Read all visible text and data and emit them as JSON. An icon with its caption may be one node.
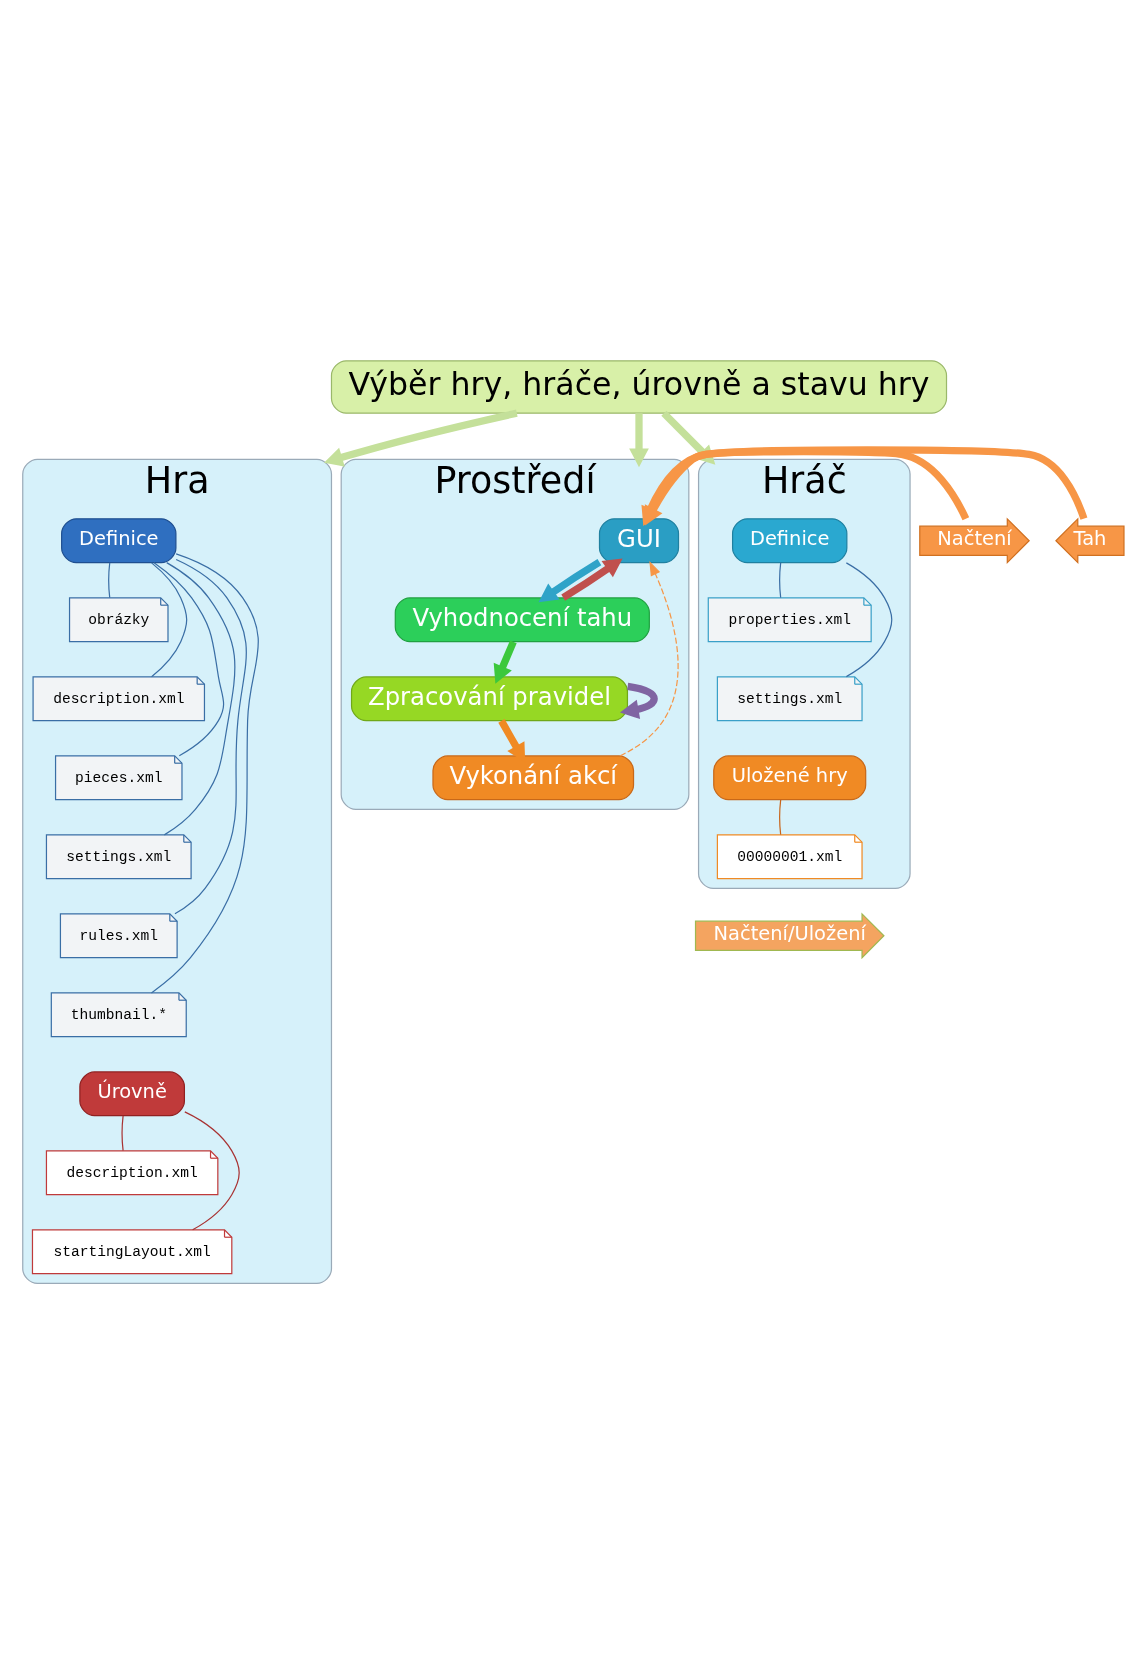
{
  "diagram": {
    "nodes": [
      {
        "text": [
          "Výběr hry, hráče, úrovně a stavu hry"
        ]
      },
      {
        "text": [
          "Hra"
        ]
      },
      {
        "text": [
          "Prostředí"
        ]
      },
      {
        "text": [
          "Hráč"
        ]
      },
      {
        "text": [
          "Definice"
        ],
        "in": 1
      },
      {
        "text": [
          "obrázky"
        ],
        "in": 1
      },
      {
        "text": [
          "description.xml"
        ],
        "in": 1
      },
      {
        "text": [
          "pieces.xml"
        ],
        "in": 1
      },
      {
        "text": [
          "settings.xml"
        ],
        "in": 1
      },
      {
        "text": [
          "rules.xml"
        ],
        "in": 1
      },
      {
        "text": [
          "thumbnail.*"
        ],
        "in": 1
      },
      {
        "text": [
          "Úrovně"
        ],
        "in": 1
      },
      {
        "text": [
          "description.xml"
        ],
        "in": 1
      },
      {
        "text": [
          "startingLayout.xml"
        ],
        "in": 1
      },
      {
        "text": [
          "GUI"
        ],
        "in": 2
      },
      {
        "text": [
          "Vyhodnocení tahu"
        ],
        "in": 2
      },
      {
        "text": [
          "Zpracování pravidel"
        ],
        "in": 2
      },
      {
        "text": [
          "Vykonání akcí"
        ],
        "in": 2
      },
      {
        "text": [
          "Definice"
        ],
        "in": 3
      },
      {
        "text": [
          "properties.xml"
        ],
        "in": 3
      },
      {
        "text": [
          "settings.xml"
        ],
        "in": 3
      },
      {
        "text": [
          "Uložené hry"
        ],
        "in": 3
      },
      {
        "text": [
          "00000001.xml"
        ],
        "in": 3
      },
      {
        "text": [
          "Načtení"
        ]
      },
      {
        "text": [
          "Tah"
        ]
      },
      {
        "text": [
          "Načtení/Uložení"
        ]
      }
    ],
    "edges": [
      {
        "from": 0,
        "to": 1,
        "arrow": "to",
        "style": "thick",
        "color": "#c4e09a"
      },
      {
        "from": 0,
        "to": 2,
        "arrow": "to",
        "style": "thick",
        "color": "#c4e09a"
      },
      {
        "from": 0,
        "to": 3,
        "arrow": "to",
        "style": "thick",
        "color": "#c4e09a"
      },
      {
        "from": 4,
        "to": 5,
        "arrow": "none"
      },
      {
        "from": 4,
        "to": 6,
        "arrow": "none"
      },
      {
        "from": 4,
        "to": 7,
        "arrow": "none"
      },
      {
        "from": 4,
        "to": 8,
        "arrow": "none"
      },
      {
        "from": 4,
        "to": 9,
        "arrow": "none"
      },
      {
        "from": 4,
        "to": 10,
        "arrow": "none"
      },
      {
        "from": 11,
        "to": 12,
        "arrow": "none",
        "color": "#a83232"
      },
      {
        "from": 11,
        "to": 13,
        "arrow": "none",
        "color": "#a83232"
      },
      {
        "from": 18,
        "to": 19,
        "arrow": "none"
      },
      {
        "from": 18,
        "to": 20,
        "arrow": "none"
      },
      {
        "from": 21,
        "to": 22,
        "arrow": "none",
        "color": "#c8651b"
      },
      {
        "from": 23,
        "to": 14,
        "arrow": "to",
        "style": "thick",
        "color": "#f79646"
      },
      {
        "from": 24,
        "to": 14,
        "arrow": "to",
        "style": "thick",
        "color": "#f79646"
      },
      {
        "from": 14,
        "to": 15,
        "arrow": "to",
        "style": "thick",
        "color": "#2fa3c8"
      },
      {
        "from": 15,
        "to": 16,
        "arrow": "to",
        "style": "thick",
        "color": "#3cc83c"
      },
      {
        "from": 16,
        "to": 17,
        "arrow": "to",
        "style": "thick",
        "color": "#f08a24"
      },
      {
        "from": 15,
        "to": 14,
        "arrow": "to",
        "style": "thick",
        "color": "#c0504d"
      },
      {
        "from": 16,
        "to": 16,
        "arrow": "to",
        "style": "thick",
        "color": "#8064a2"
      },
      {
        "from": 17,
        "to": 14,
        "arrow": "to",
        "style": "dashed",
        "color": "#f79646"
      }
    ]
  }
}
